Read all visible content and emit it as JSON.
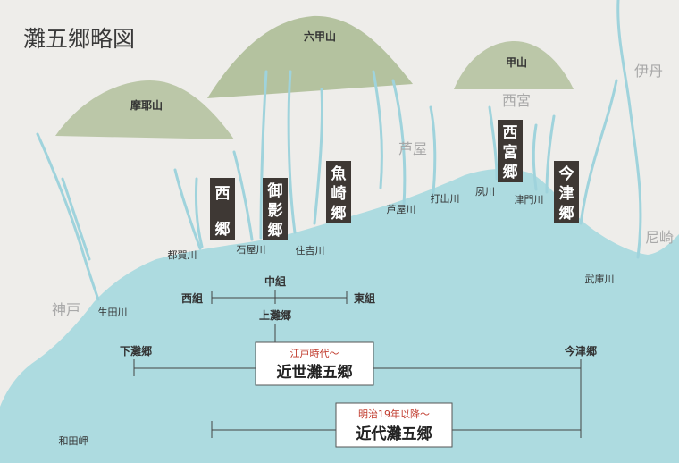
{
  "title": "灘五郷略図",
  "colors": {
    "land": "#eeedea",
    "sea": "#addbe0",
    "river": "#9fd3dc",
    "mountain": "#a9ba92",
    "tag": "#3e3834",
    "tag_text": "#ffffff",
    "accent": "#c0392b",
    "line": "#444444",
    "place": "#a8a8a8"
  },
  "mountains": {
    "rokko": "六甲山",
    "maya": "摩耶山",
    "kabuto": "甲山"
  },
  "places": {
    "itami": "伊丹",
    "nishinomiya": "西宮",
    "ashiya": "芦屋",
    "amagasaki": "尼崎",
    "kobe": "神戸"
  },
  "rivers": {
    "tsuga": "都賀川",
    "ishiya": "石屋川",
    "sumiyoshi": "住吉川",
    "ashiya": "芦屋川",
    "uchide": "打出川",
    "shuku": "夙川",
    "tsumon": "津門川",
    "muko": "武庫川",
    "ikuta": "生田川",
    "wadamisaki": "和田岬"
  },
  "districts": {
    "nishi": "西郷",
    "mikage": "御影郷",
    "uozaki": "魚崎郷",
    "nishinomiya": "西宮郷",
    "imazu": "今津郷"
  },
  "diagram": {
    "naka": "中組",
    "nishi": "西組",
    "higashi": "東組",
    "kami": "上灘郷",
    "shimo": "下灘郷",
    "imazu": "今津郷",
    "edo_period": "江戸時代～",
    "kinsei": "近世灘五郷",
    "meiji_period": "明治19年以降～",
    "kindai": "近代灘五郷"
  }
}
